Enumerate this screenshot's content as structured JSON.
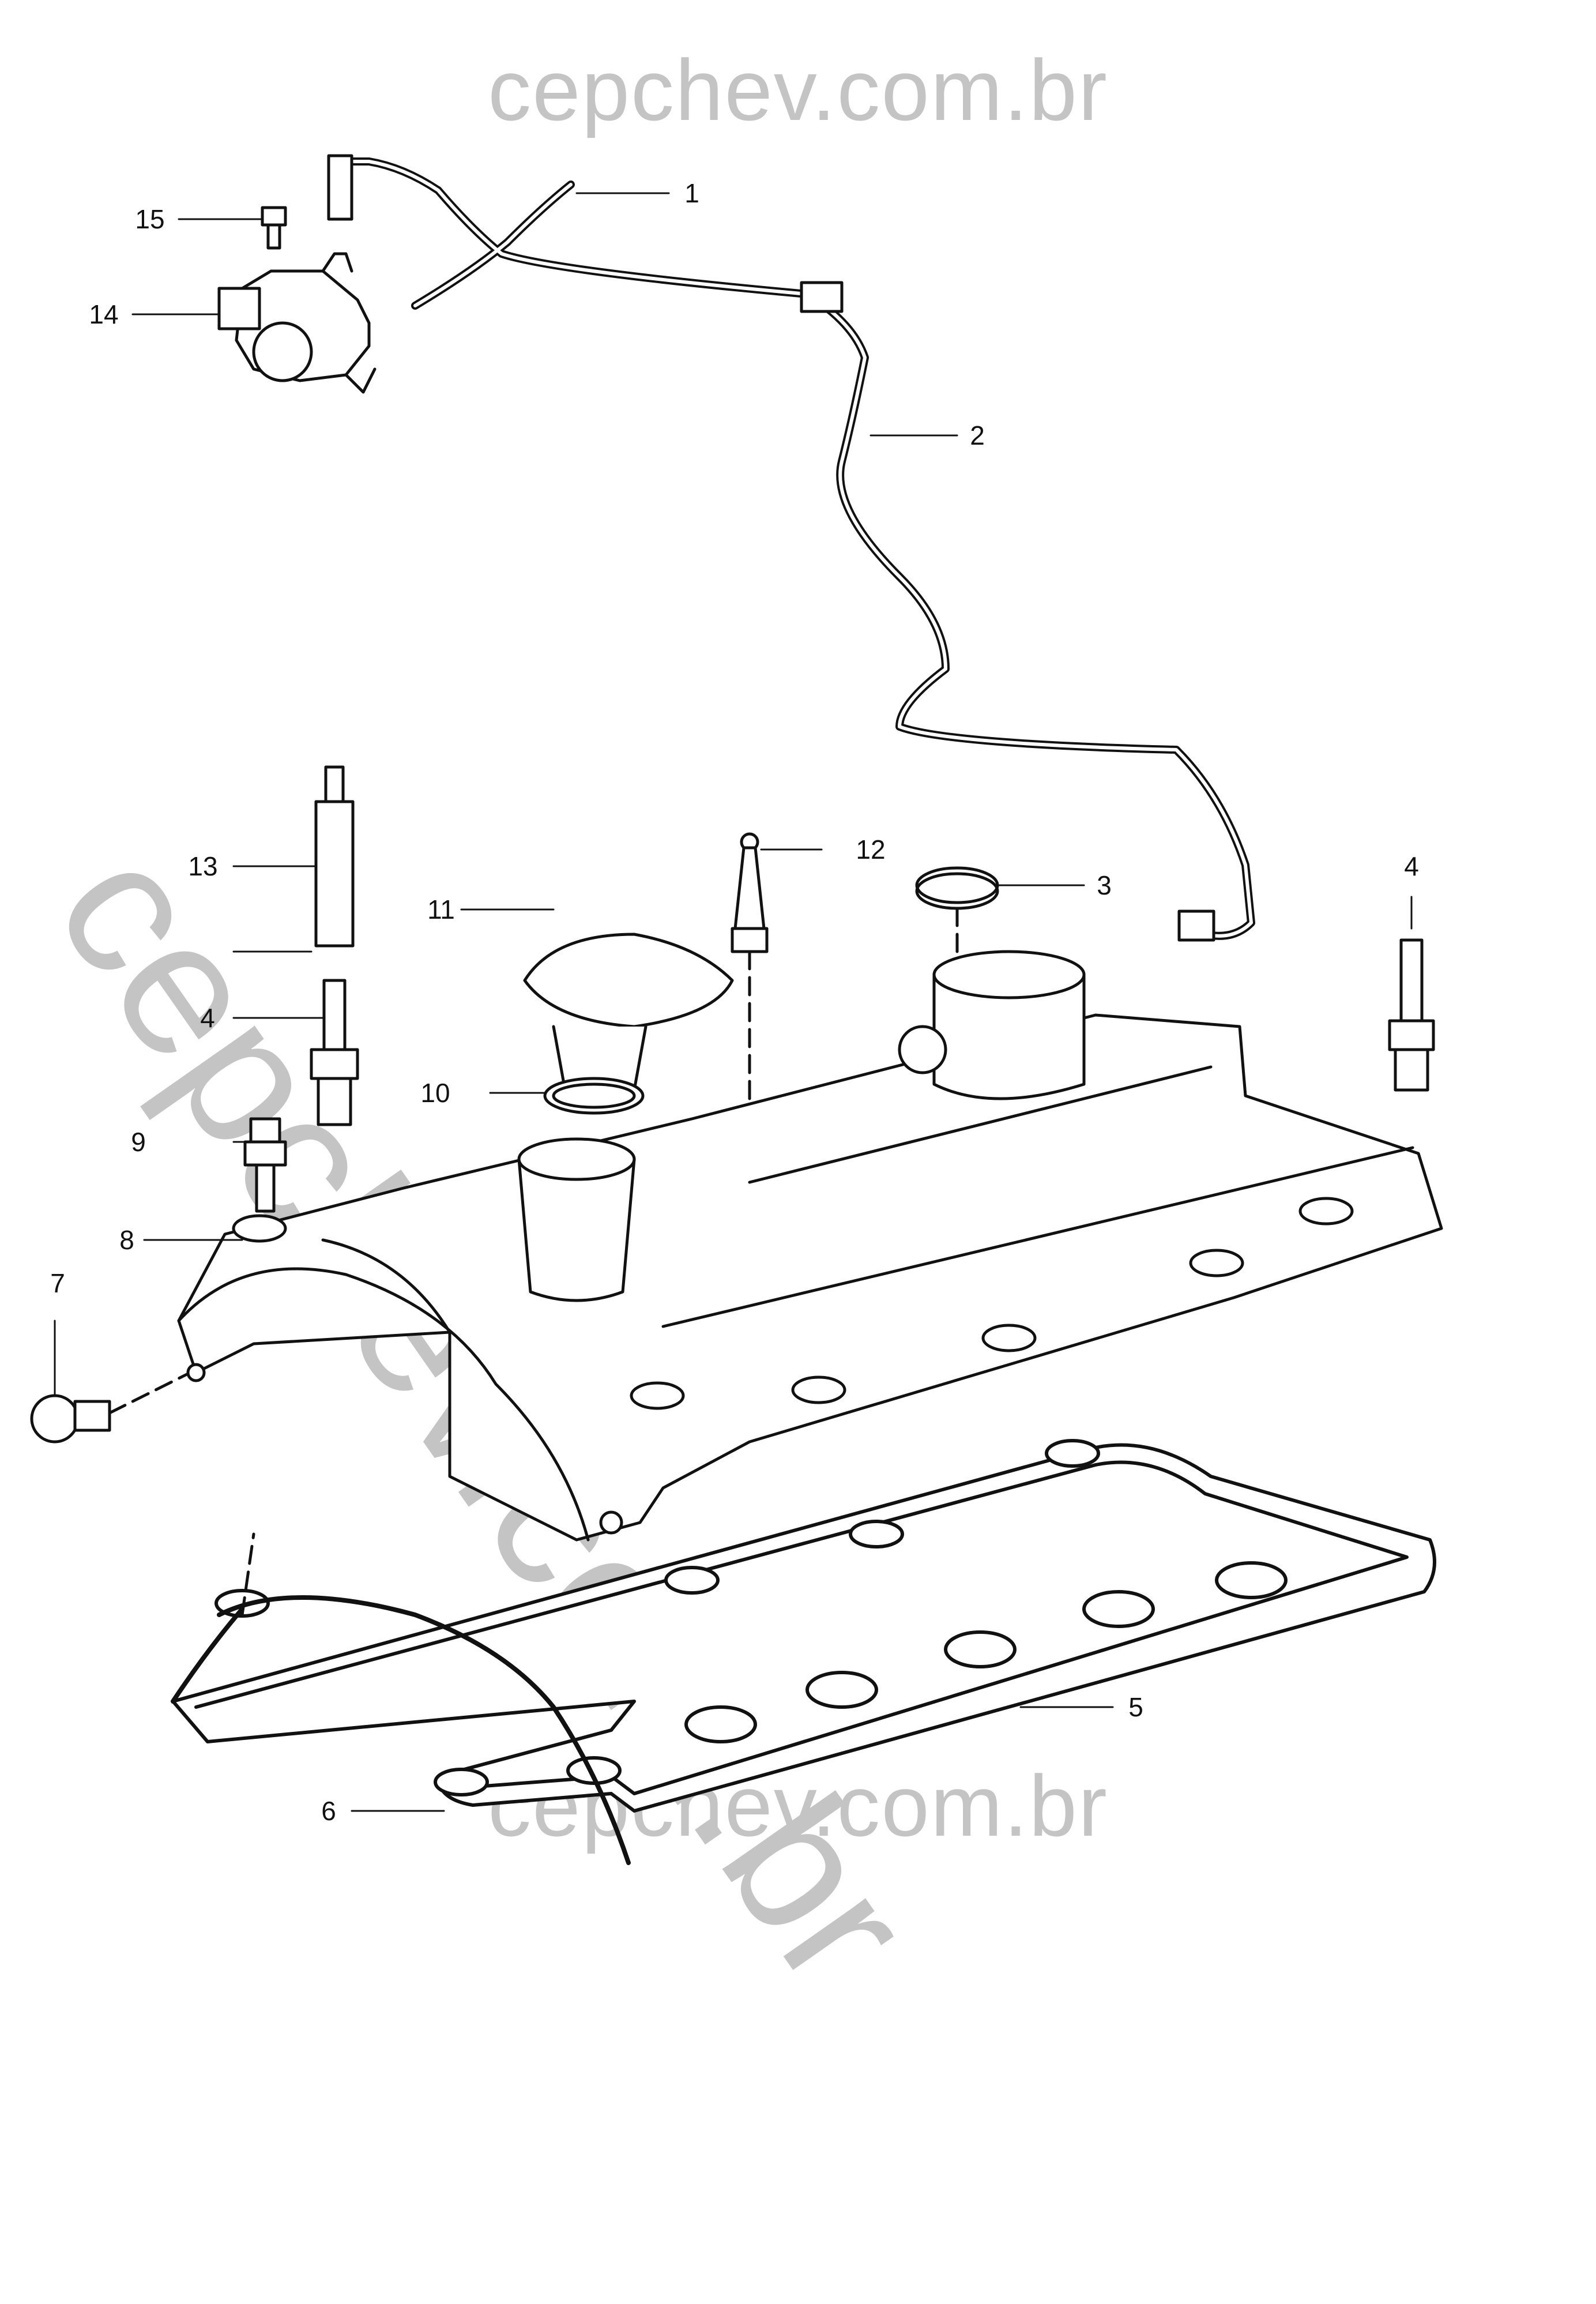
{
  "watermark": {
    "top": "cepchev.com.br",
    "diagonal": "cepchev.com.br",
    "bottom": "cepchev.com.br"
  },
  "callouts": [
    {
      "id": "c1",
      "label": "1"
    },
    {
      "id": "c2",
      "label": "2"
    },
    {
      "id": "c3",
      "label": "3"
    },
    {
      "id": "c4a",
      "label": "4"
    },
    {
      "id": "c4b",
      "label": "4"
    },
    {
      "id": "c5",
      "label": "5"
    },
    {
      "id": "c6",
      "label": "6"
    },
    {
      "id": "c7",
      "label": "7"
    },
    {
      "id": "c8",
      "label": "8"
    },
    {
      "id": "c9",
      "label": "9"
    },
    {
      "id": "c10",
      "label": "10"
    },
    {
      "id": "c11",
      "label": "11"
    },
    {
      "id": "c12",
      "label": "12"
    },
    {
      "id": "c13",
      "label": "13"
    },
    {
      "id": "c14",
      "label": "14"
    },
    {
      "id": "c15",
      "label": "15"
    }
  ]
}
